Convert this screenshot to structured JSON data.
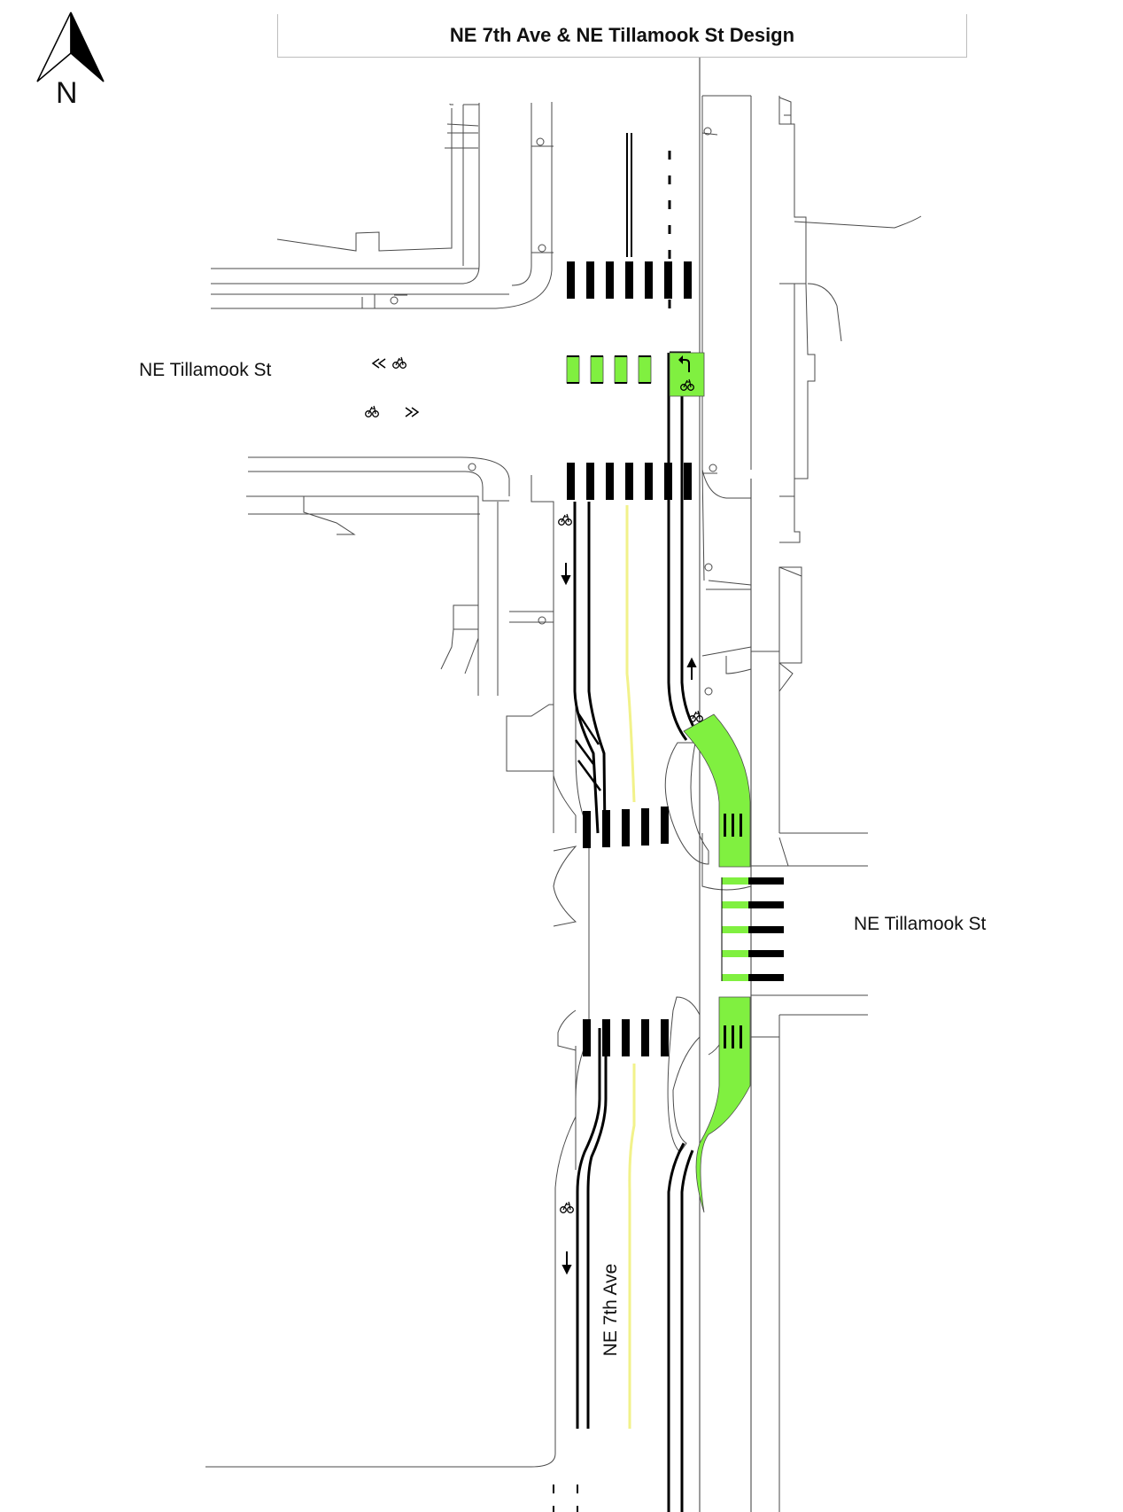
{
  "title": "NE 7th Ave & NE Tillamook St Design",
  "north_arrow": {
    "label": "N",
    "icon": "north-arrow-icon"
  },
  "streets": {
    "west_leg": "NE Tillamook St",
    "east_leg": "NE Tillamook St",
    "avenue": "NE 7th Ave"
  },
  "colors": {
    "bike_green": "#80f040",
    "centerline_yellow": "#f2f28a",
    "marking_black": "#000000",
    "curb_gray": "#555555"
  },
  "icons": [
    "bike-symbol-icon",
    "arrow-up-icon",
    "arrow-down-icon",
    "left-turn-arrow-icon",
    "sharrow-icon",
    "bike-box-icon"
  ]
}
